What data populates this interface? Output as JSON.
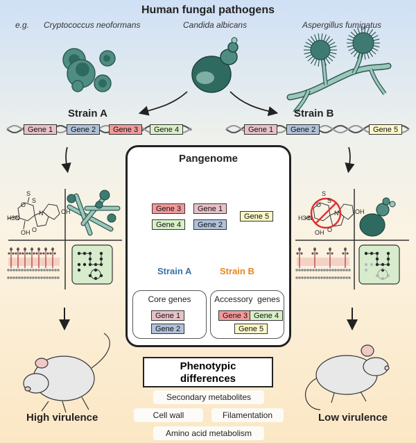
{
  "title": "Human fungal pathogens",
  "eg": "e.g.",
  "species": [
    "Cryptococcus neoformans",
    "Candida albicans",
    "Aspergillus fumigatus"
  ],
  "strain_a": {
    "label": "Strain A",
    "genes": [
      "Gene 1",
      "Gene 2",
      "Gene 3",
      "Gene 4"
    ],
    "outcome": "High virulence"
  },
  "strain_b": {
    "label": "Strain B",
    "genes": [
      "Gene 1",
      "Gene 2",
      "Gene 5"
    ],
    "outcome": "Low virulence"
  },
  "pangenome": {
    "title": "Pangenome",
    "venn_a_only": [
      "Gene 3",
      "Gene 4"
    ],
    "venn_shared": [
      "Gene 1",
      "Gene 2"
    ],
    "venn_b_only": [
      "Gene 5"
    ],
    "venn_a_label": "Strain A",
    "venn_b_label": "Strain B",
    "core_title": "Core genes",
    "core_genes": [
      "Gene 1",
      "Gene 2"
    ],
    "accessory_title": "Accessory  genes",
    "accessory_genes": [
      "Gene 3",
      "Gene 4",
      "Gene 5"
    ]
  },
  "phenotypic": {
    "title_line1": "Phenotypic",
    "title_line2": "differences",
    "items": [
      "Secondary metabolites",
      "Cell wall",
      "Filamentation",
      "Amino acid metabolism"
    ]
  },
  "molecule_labels": {
    "left": [
      "S",
      "S",
      "O",
      "O",
      "OH",
      "H3C",
      "N",
      "N",
      "OH"
    ],
    "right": [
      "S",
      "S",
      "O",
      "O",
      "OH",
      "H3C",
      "N",
      "N",
      "OH"
    ]
  },
  "colors": {
    "strain_a": "#3b6ea8",
    "strain_b": "#e8861c",
    "venn_a_fill": "#a8c0dc",
    "venn_b_fill": "#f8cfa0",
    "fungus_teal": "#3f7a72",
    "fungus_light": "#9cc7bb",
    "cell_wall_box": "#d6eccc"
  }
}
